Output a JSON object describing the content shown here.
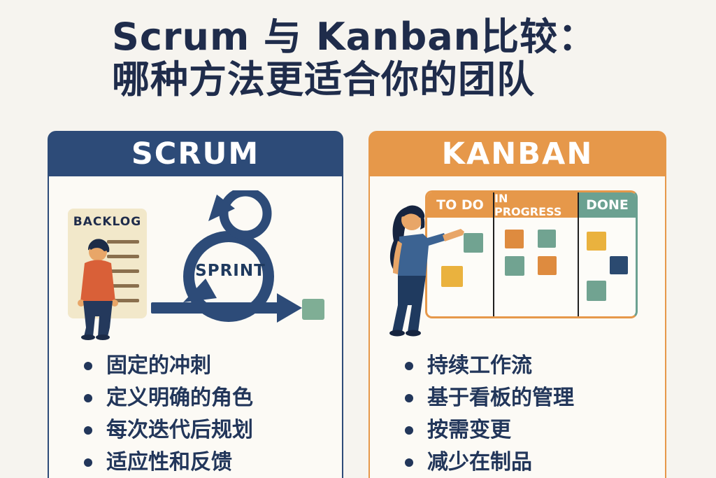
{
  "colors": {
    "background": "#f6f4ef",
    "title_navy": "#1f2c4b",
    "scrum_navy": "#2d4b78",
    "kanban_orange": "#e6984a",
    "teal": "#71a391",
    "yellow": "#eab23e",
    "sticky_orange": "#de8b3f",
    "sticky_navy": "#2b4a70",
    "green_square": "#7fae95",
    "bullet_text": "#22365a"
  },
  "title": {
    "line1": "Scrum 与 Kanban比较：",
    "line2": "哪种方法更适合你的团队"
  },
  "scrum": {
    "header": "SCRUM",
    "backlog_label": "BACKLOG",
    "sprint_label": "SPRINT",
    "bullets": [
      "固定的冲刺",
      "定义明确的角色",
      "每次迭代后规划",
      "适应性和反馈"
    ]
  },
  "kanban": {
    "header": "KANBAN",
    "board": {
      "columns": [
        {
          "label": "TO DO",
          "color": "#e6984a"
        },
        {
          "label": "IN PROGRESS",
          "color": "#e6984a"
        },
        {
          "label": "DONE",
          "color": "#6ba191"
        }
      ],
      "notes": [
        {
          "column": "TO DO",
          "color": "#71a391"
        },
        {
          "column": "TO DO",
          "color": "#eab23e"
        },
        {
          "column": "IN PROGRESS",
          "color": "#de8b3f"
        },
        {
          "column": "IN PROGRESS",
          "color": "#71a391"
        },
        {
          "column": "IN PROGRESS",
          "color": "#71a391"
        },
        {
          "column": "IN PROGRESS",
          "color": "#de8b3f"
        },
        {
          "column": "DONE",
          "color": "#eab23e"
        },
        {
          "column": "DONE",
          "color": "#2b4a70"
        },
        {
          "column": "DONE",
          "color": "#71a391"
        }
      ]
    },
    "bullets": [
      "持续工作流",
      "基于看板的管理",
      "按需变更",
      "减少在制品"
    ]
  }
}
